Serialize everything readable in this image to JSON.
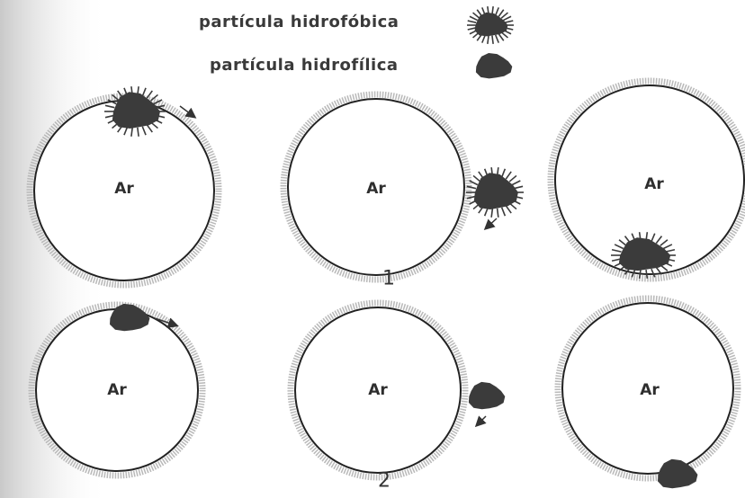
{
  "legend": {
    "hydrophobic_label": "partícula hidrofóbica",
    "hydrophilic_label": "partícula hidrofílica"
  },
  "bubble_label": "Ar",
  "row_labels": [
    "1",
    "2"
  ],
  "colors": {
    "particle": "#3b3b3b",
    "bubble_outline": "#222222",
    "water_film": "#b9b9b9",
    "left_shadow": "#d6d6d6"
  },
  "icons": {
    "hydrophobic": "hairy-particle-icon",
    "hydrophilic": "smooth-particle-icon",
    "motion": "motion-arrow-icon"
  }
}
